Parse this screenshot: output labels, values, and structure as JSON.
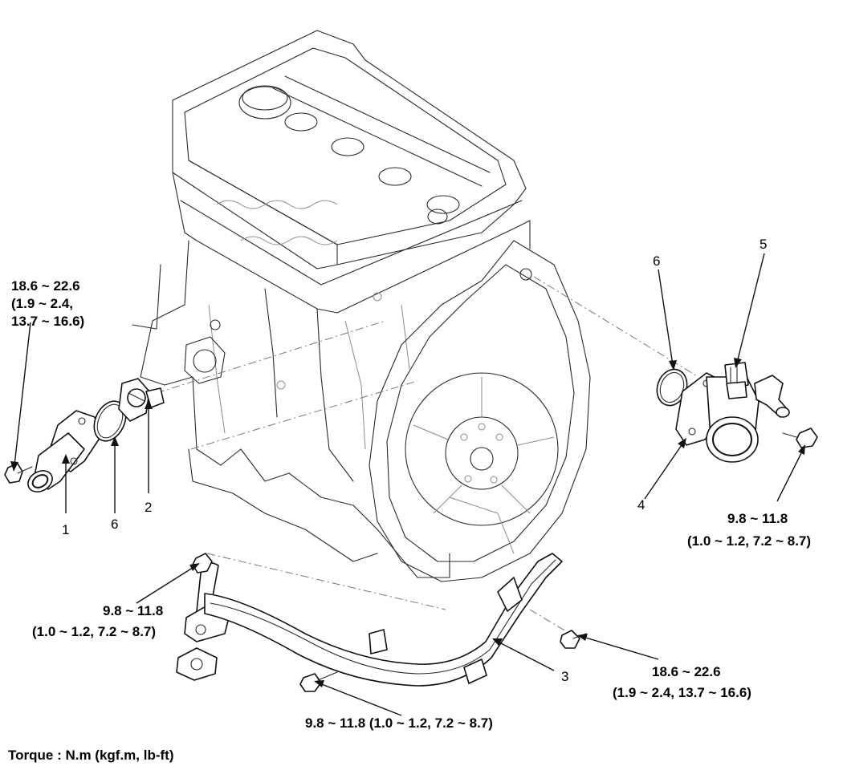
{
  "callouts": {
    "c1": "1",
    "c2": "2",
    "c3": "3",
    "c4": "4",
    "c5": "5",
    "c6_left": "6",
    "c6_right": "6"
  },
  "torques": {
    "outlet_fitting": {
      "l1": "18.6 ~ 22.6",
      "l2": "(1.9 ~ 2.4,",
      "l3": "13.7 ~ 16.6)"
    },
    "housing_bolt": {
      "l1": "9.8 ~ 11.8",
      "l2": "(1.0 ~ 1.2, 7.2 ~ 8.7)"
    },
    "pipe_left_bolt": {
      "l1": "9.8 ~ 11.8",
      "l2": "(1.0 ~ 1.2, 7.2 ~ 8.7)"
    },
    "pipe_right_bolt": {
      "l1": "18.6 ~ 22.6",
      "l2": "(1.9 ~ 2.4, 13.7 ~ 16.6)"
    },
    "pipe_bottom_bolt": {
      "l1": "9.8 ~ 11.8 (1.0 ~ 1.2, 7.2 ~ 8.7)"
    }
  },
  "footer": {
    "torque_unit": "Torque : N.m (kgf.m, lb-ft)"
  }
}
